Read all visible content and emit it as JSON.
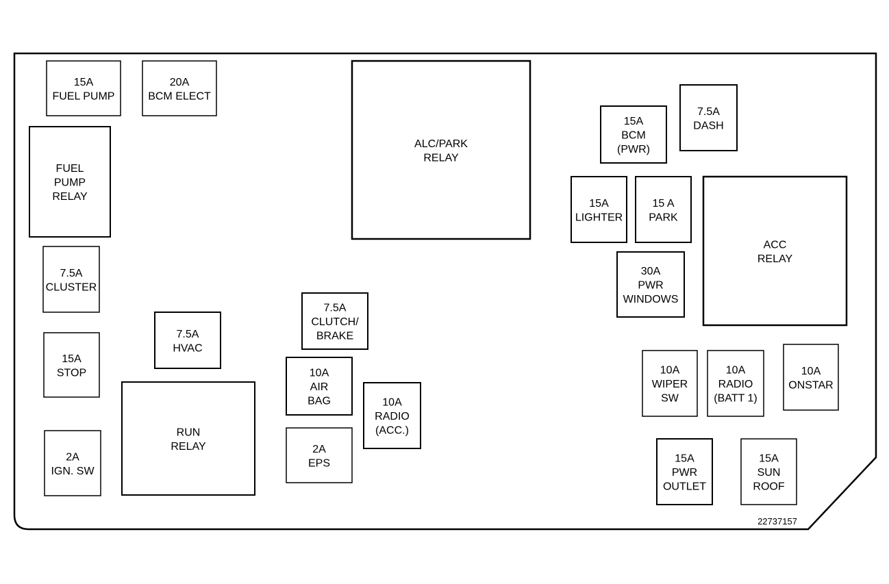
{
  "diagram": {
    "drawing_number": "22737157",
    "components": [
      {
        "id": "fuel-pump-fuse",
        "lines": [
          "15A",
          "FUEL PUMP"
        ]
      },
      {
        "id": "bcm-elect-fuse",
        "lines": [
          "20A",
          "BCM ELECT"
        ]
      },
      {
        "id": "alc-park-relay",
        "lines": [
          "ALC/PARK",
          "RELAY"
        ]
      },
      {
        "id": "bcm-pwr-fuse",
        "lines": [
          "15A",
          "BCM",
          "(PWR)"
        ]
      },
      {
        "id": "dash-fuse",
        "lines": [
          "7.5A",
          "DASH"
        ]
      },
      {
        "id": "fuel-pump-relay",
        "lines": [
          "FUEL",
          "PUMP",
          "RELAY"
        ]
      },
      {
        "id": "lighter-fuse",
        "lines": [
          "15A",
          "LIGHTER"
        ]
      },
      {
        "id": "park-fuse",
        "lines": [
          "15 A",
          "PARK"
        ]
      },
      {
        "id": "acc-relay",
        "lines": [
          "ACC",
          "RELAY"
        ]
      },
      {
        "id": "cluster-fuse",
        "lines": [
          "7.5A",
          "CLUSTER"
        ]
      },
      {
        "id": "pwr-windows-fuse",
        "lines": [
          "30A",
          "PWR",
          "WINDOWS"
        ]
      },
      {
        "id": "clutch-brake-fuse",
        "lines": [
          "7.5A",
          "CLUTCH/",
          "BRAKE"
        ]
      },
      {
        "id": "hvac-fuse",
        "lines": [
          "7.5A",
          "HVAC"
        ]
      },
      {
        "id": "stop-fuse",
        "lines": [
          "15A",
          "STOP"
        ]
      },
      {
        "id": "air-bag-fuse",
        "lines": [
          "10A",
          "AIR",
          "BAG"
        ]
      },
      {
        "id": "wiper-sw-fuse",
        "lines": [
          "10A",
          "WIPER",
          "SW"
        ]
      },
      {
        "id": "radio-batt1-fuse",
        "lines": [
          "10A",
          "RADIO",
          "(BATT 1)"
        ]
      },
      {
        "id": "onstar-fuse",
        "lines": [
          "10A",
          "ONSTAR"
        ]
      },
      {
        "id": "run-relay",
        "lines": [
          "RUN",
          "RELAY"
        ]
      },
      {
        "id": "radio-acc-fuse",
        "lines": [
          "10A",
          "RADIO",
          "(ACC.)"
        ]
      },
      {
        "id": "eps-fuse",
        "lines": [
          "2A",
          "EPS"
        ]
      },
      {
        "id": "ign-sw-fuse",
        "lines": [
          "2A",
          "IGN. SW"
        ]
      },
      {
        "id": "pwr-outlet-fuse",
        "lines": [
          "15A",
          "PWR",
          "OUTLET"
        ]
      },
      {
        "id": "sun-roof-fuse",
        "lines": [
          "15A",
          "SUN",
          "ROOF"
        ]
      }
    ]
  }
}
